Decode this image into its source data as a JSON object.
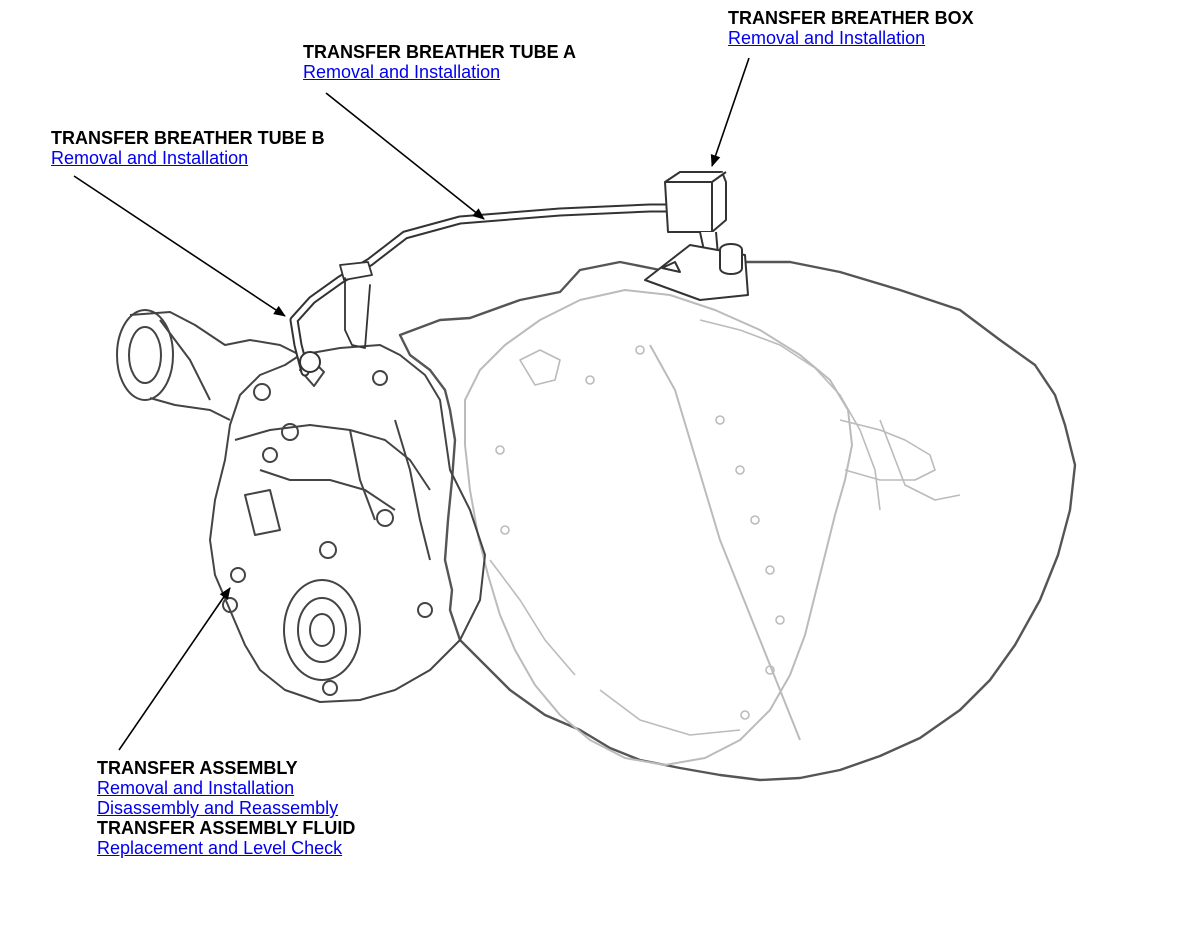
{
  "callouts": {
    "breather_box": {
      "title": "TRANSFER BREATHER BOX",
      "links": [
        "Removal and Installation"
      ]
    },
    "breather_tube_a": {
      "title": "TRANSFER BREATHER TUBE A",
      "links": [
        "Removal and Installation"
      ]
    },
    "breather_tube_b": {
      "title": "TRANSFER BREATHER TUBE B",
      "links": [
        "Removal and Installation"
      ]
    },
    "transfer_assembly": {
      "title": "TRANSFER ASSEMBLY",
      "links": [
        "Removal and Installation",
        "Disassembly and Reassembly"
      ],
      "fluid_title": "TRANSFER ASSEMBLY FLUID",
      "fluid_links": [
        "Replacement and Level Check"
      ]
    }
  },
  "colors": {
    "link": "#0000ee",
    "outline_dark": "#555555",
    "outline_light": "#bbbbbb"
  }
}
